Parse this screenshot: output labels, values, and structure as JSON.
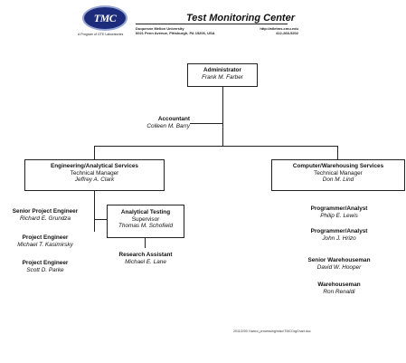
{
  "header": {
    "logo_text": "TMC",
    "logo_caption": "A Program of GTE Laboratories",
    "title": "Test Monitoring Center",
    "org_line_1": "Duquesne Mellon University",
    "org_line_2": "6021 Penn Avenue, Pittsburgh, PA 15206, USA",
    "url": "http://atletms.cmu.edu",
    "phone": "412-268-5202"
  },
  "chart": {
    "administrator": {
      "title": "Administrator",
      "name": "Frank M. Farber"
    },
    "accountant": {
      "title": "Accountant",
      "name": "Colleen M. Barry"
    },
    "engineering": {
      "title": "Engineering/Analytical Services",
      "subtitle": "Technical Manager",
      "name": "Jeffrey A. Clark"
    },
    "computer": {
      "title": "Computer/Warehousing Services",
      "subtitle": "Technical Manager",
      "name": "Don M. Lind"
    },
    "senior_project_engineer": {
      "title": "Senior Project Engineer",
      "name": "Richard E. Grundza"
    },
    "project_engineer_1": {
      "title": "Project Engineer",
      "name": "Michael T. Kasimirsky"
    },
    "project_engineer_2": {
      "title": "Project Engineer",
      "name": "Scott D. Parke"
    },
    "analytical_testing": {
      "title": "Analytical Testing",
      "subtitle": "Supervisor",
      "name": "Thomas M. Schofield"
    },
    "research_assistant": {
      "title": "Research Assistant",
      "name": "Michael E. Lane"
    },
    "programmer_1": {
      "title": "Programmer/Analyst",
      "name": "Philip E. Lewis"
    },
    "programmer_2": {
      "title": "Programmer/Analyst",
      "name": "John J. Hrizo"
    },
    "senior_warehouseman": {
      "title": "Senior Warehouseman",
      "name": "David W. Hooper"
    },
    "warehouseman": {
      "title": "Warehouseman",
      "name": "Ron Renaldi"
    }
  },
  "footer": {
    "text": "2011/2/00    I:\\word_processing\\misc\\TMCOrgChart.doc"
  }
}
